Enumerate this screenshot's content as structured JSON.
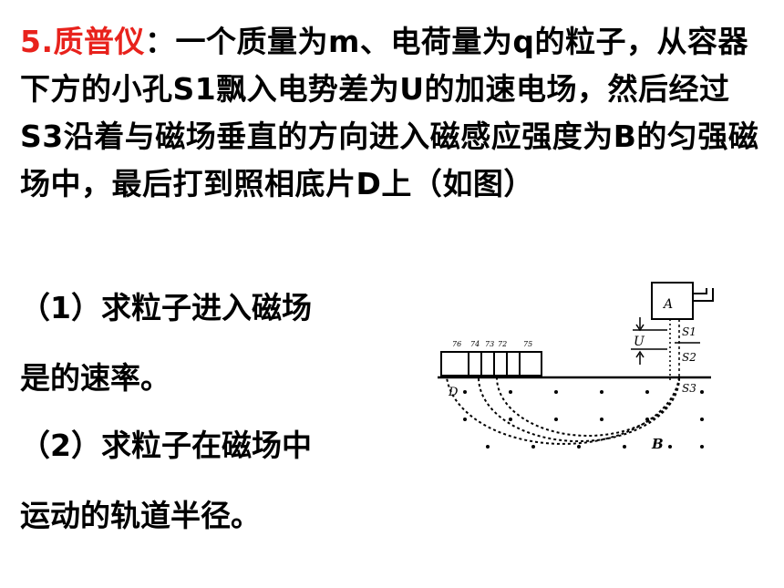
{
  "problem": {
    "number": "5.",
    "title": "质普仪",
    "colon": "：",
    "text": "一个质量为m、电荷量为q的粒子，从容器下方的小孔S1飘入电势差为U的加速电场，然后经过S3沿着与磁场垂直的方向进入磁感应强度为B的匀强磁场中，最后打到照相底片D上（如图）"
  },
  "questions": {
    "q1_line1": "（1）求粒子进入磁场",
    "q1_line2": "是的速率。",
    "q2_line1": "（2）求粒子在磁场中",
    "q2_line2": "运动的轨道半径。"
  },
  "figure": {
    "box_label": "A",
    "voltage_label": "U",
    "slit1": "S1",
    "slit2": "S2",
    "slit3": "S3",
    "field_label": "B",
    "plate_label": "D",
    "scale_labels": [
      "76",
      "74",
      "73",
      "72",
      "75"
    ]
  },
  "colors": {
    "title": "#e8221c",
    "text": "#000000"
  }
}
